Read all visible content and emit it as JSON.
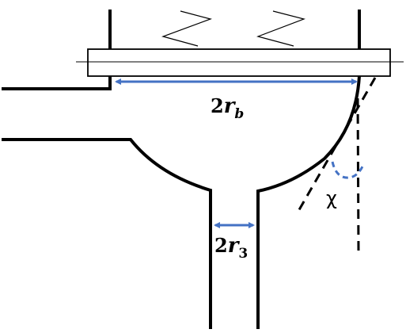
{
  "labels": {
    "bubble_diameter": {
      "coef": "2",
      "symbol": "r",
      "subscript": "b"
    },
    "outlet_diameter": {
      "coef": "2",
      "symbol": "r",
      "subscript": "3"
    },
    "contact_angle": "χ"
  },
  "colors": {
    "walls": "#000000",
    "dimension_arrows": "#4472C4",
    "angle_arc": "#4472C4"
  }
}
